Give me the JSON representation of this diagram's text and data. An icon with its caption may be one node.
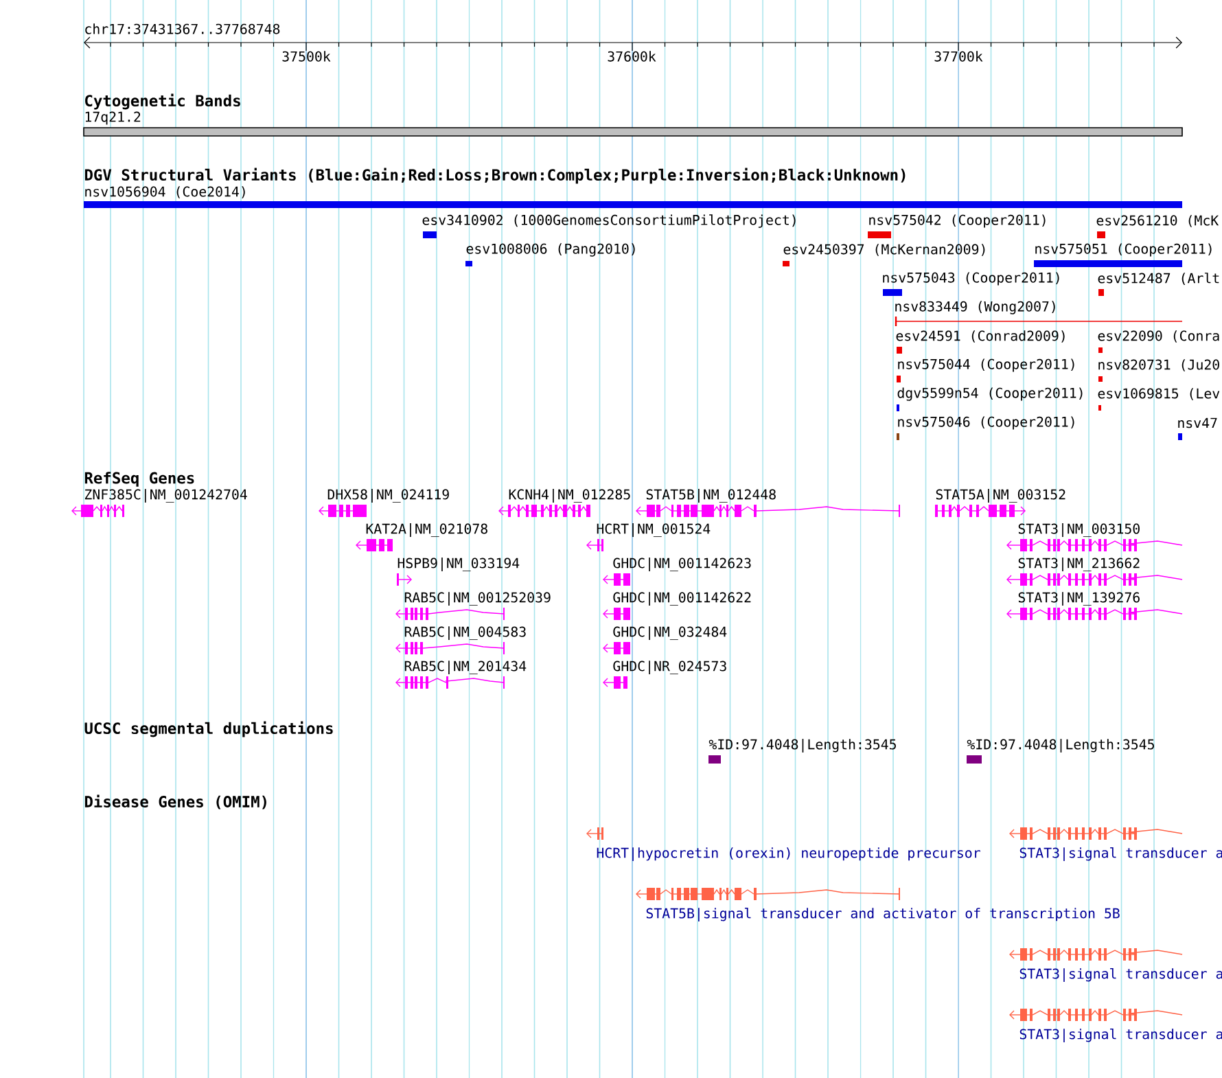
{
  "diagram": {
    "labels": [
      "chr17:37431367..37768748",
      "37500k",
      "37600k",
      "37700k",
      "Cytogenetic Bands",
      "17q21.2",
      "DGV Structural Variants (Blue:Gain;Red:Loss;Brown:Complex;Purple:Inversion;Black:Unknown)",
      "nsv1056904 (Coe2014)",
      "esv3410902 (1000GenomesConsortiumPilotProject)",
      "nsv575042 (Cooper2011)",
      "esv2561210 (McK",
      "esv1008006 (Pang2010)",
      "esv2450397 (McKernan2009)",
      "nsv575051 (Cooper2011)",
      "nsv575043 (Cooper2011)",
      "esv512487 (Arlt",
      "nsv833449 (Wong2007)",
      "esv24591 (Conrad2009)",
      "esv22090 (Conra",
      "nsv575044 (Cooper2011)",
      "nsv820731 (Ju20",
      "dgv5599n54 (Cooper2011)",
      "esv1069815 (Lev",
      "nsv575046 (Cooper2011)",
      "nsv47",
      "RefSeq Genes",
      "ZNF385C|NM_001242704",
      "DHX58|NM_024119",
      "KCNH4|NM_012285",
      "STAT5B|NM_012448",
      "STAT5A|NM_003152",
      "KAT2A|NM_021078",
      "HCRT|NM_001524",
      "STAT3|NM_003150",
      "HSPB9|NM_033194",
      "GHDC|NM_001142623",
      "STAT3|NM_213662",
      "RAB5C|NM_001252039",
      "GHDC|NM_001142622",
      "STAT3|NM_139276",
      "RAB5C|NM_004583",
      "GHDC|NM_032484",
      "RAB5C|NM_201434",
      "GHDC|NR_024573",
      "UCSC segmental duplications",
      "%ID:97.4048|Length:3545",
      "%ID:97.4048|Length:3545",
      "Disease Genes (OMIM)",
      "HCRT|hypocretin (orexin) neuropeptide precursor",
      "STAT3|signal transducer a",
      "STAT5B|signal transducer and activator of transcription 5B",
      "STAT3|signal transducer a",
      "STAT3|signal transducer a"
    ]
  }
}
